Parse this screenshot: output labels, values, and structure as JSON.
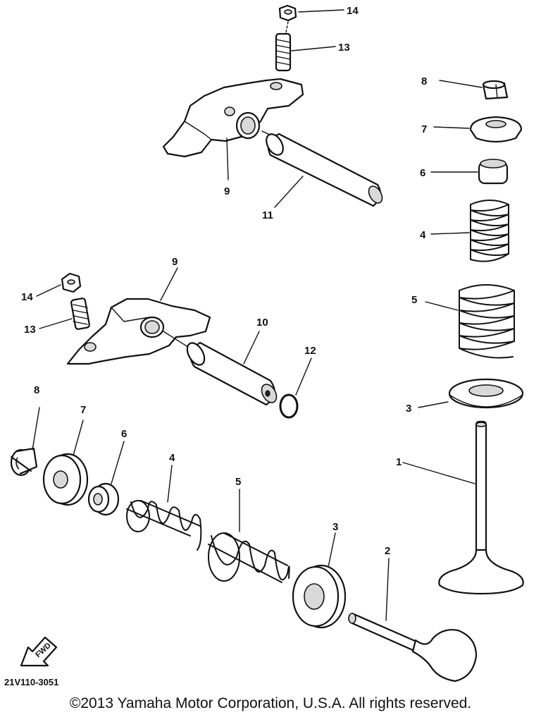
{
  "diagram": {
    "callouts": {
      "top_nut": "14",
      "top_stud": "13",
      "top_rocker": "9",
      "top_shaft": "11",
      "mid_rocker": "9",
      "mid_nut": "14",
      "mid_stud": "13",
      "mid_shaft": "10",
      "oring": "12",
      "r_cotter": "8",
      "r_retainer": "7",
      "r_seal": "6",
      "r_inner_spring": "4",
      "r_outer_spring": "5",
      "r_seat": "3",
      "r_valve": "1",
      "l_cotter": "8",
      "l_retainer": "7",
      "l_seal": "6",
      "l_inner_spring": "4",
      "l_outer_spring": "5",
      "l_seat": "3",
      "l_valve": "2"
    },
    "fwd_label": "FWD",
    "diagram_code": "21V110-3051"
  },
  "footer": {
    "copyright": "©2013 Yamaha Motor Corporation, U.S.A. All rights reserved."
  },
  "colors": {
    "ink": "#111111",
    "paper": "#ffffff"
  }
}
